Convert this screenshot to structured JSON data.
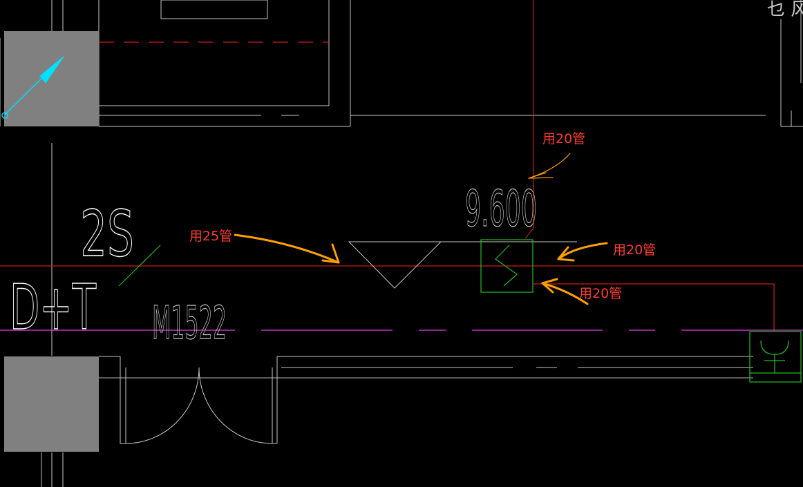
{
  "drawing": {
    "labels": {
      "level_2s": "2S",
      "door_type": "D+T",
      "door_tag": "M1522",
      "elevation": "9.600",
      "corner_fragment": "乜 风"
    },
    "annotations": {
      "pipe_top": "用20管",
      "pipe_left": "用25管",
      "pipe_right": "用20管",
      "pipe_lower_right": "用20管"
    },
    "colors": {
      "background": "#000000",
      "wall_lines": "#c8c8c8",
      "red_pipe": "#ff2020",
      "magenta_pipe": "#e040e0",
      "green_symbols": "#20c020",
      "cyan_symbol": "#00e0ff",
      "column_fill": "#808080",
      "annotation_text": "#ff3b30",
      "arrow_stroke": "#ffa000"
    },
    "icons": [
      "fire-valve-symbol",
      "floor-drain-symbol",
      "inverted-triangle-marker",
      "cyan-arrow-symbol"
    ]
  }
}
